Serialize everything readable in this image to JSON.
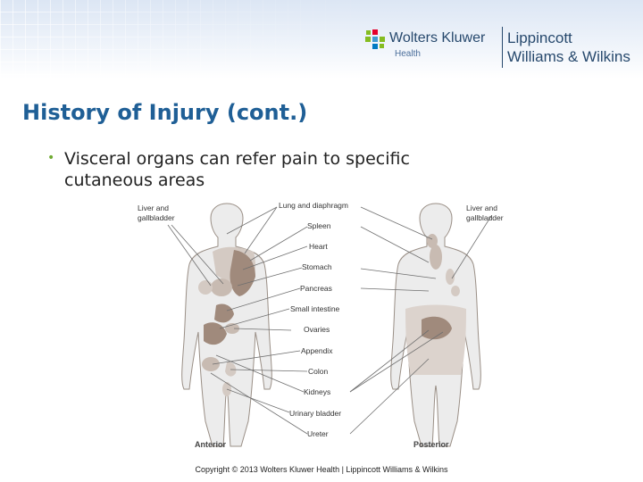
{
  "header": {
    "brand_name": "Wolters Kluwer",
    "brand_sub": "Health",
    "partner_line1": "Lippincott",
    "partner_line2": "Williams & Wilkins"
  },
  "slide": {
    "title": "History of Injury (cont.)",
    "bullets": [
      "Visceral organs can refer pain to specific cutaneous areas"
    ]
  },
  "figure": {
    "left_label_line1": "Liver and",
    "left_label_line2": "gallbladder",
    "right_label_line1": "Liver and",
    "right_label_line2": "gallbladder",
    "center_labels": [
      "Lung and diaphragm",
      "Spleen",
      "Heart",
      "Stomach",
      "Pancreas",
      "Small intestine",
      "Ovaries",
      "Appendix",
      "Colon",
      "Kidneys",
      "Urinary bladder",
      "Ureter"
    ],
    "view_anterior": "Anterior",
    "view_posterior": "Posterior"
  },
  "footer": {
    "copyright": "Copyright © 2013 Wolters Kluwer Health | Lippincott Williams & Wilkins"
  },
  "colors": {
    "title": "#1f5f96",
    "bullet": "#6faa31",
    "brand": "#27496d",
    "body_fill": "#ececec",
    "body_outline": "#9a8f86",
    "referral_dark": "#a08a7c",
    "referral_light": "#d4cac3"
  }
}
